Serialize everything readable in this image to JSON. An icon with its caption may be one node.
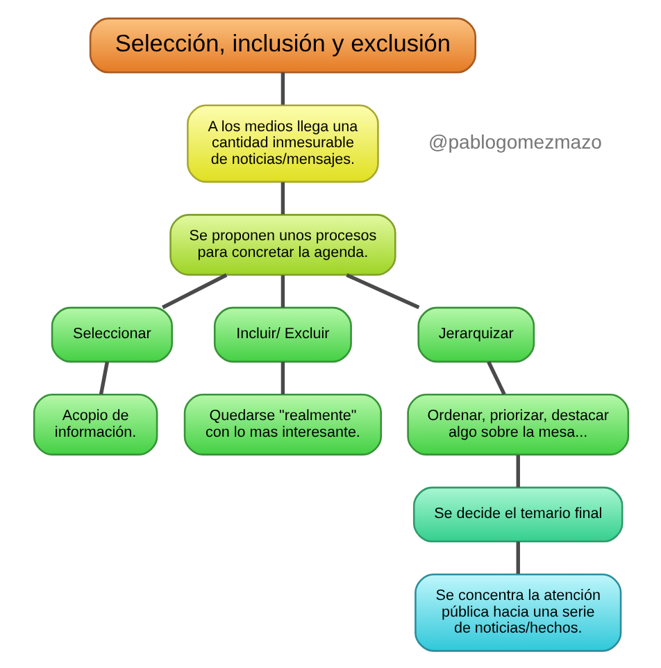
{
  "diagram": {
    "nodes": [
      {
        "text": [
          "Selección, inclusión y exclusión"
        ]
      },
      {
        "text": [
          "A los medios llega una cantidad inmesurable de noticias/mensajes."
        ]
      },
      {
        "text": [
          "Se proponen unos procesos para concretar la agenda."
        ]
      },
      {
        "text": [
          "Seleccionar"
        ]
      },
      {
        "text": [
          "Incluir/ Excluir"
        ]
      },
      {
        "text": [
          "Jerarquizar"
        ]
      },
      {
        "text": [
          "Acopio de información."
        ]
      },
      {
        "text": [
          "Quedarse \"realmente\" con lo mas interesante."
        ]
      },
      {
        "text": [
          "Ordenar, priorizar, destacar algo sobre la mesa..."
        ]
      },
      {
        "text": [
          "Se decide el temario final"
        ]
      },
      {
        "text": [
          "Se concentra la atención pública hacia una serie de noticias/hechos."
        ]
      }
    ],
    "edges": [
      {
        "from": 0,
        "to": 1,
        "arrow": "none"
      },
      {
        "from": 1,
        "to": 2,
        "arrow": "none"
      },
      {
        "from": 2,
        "to": 3,
        "arrow": "none"
      },
      {
        "from": 2,
        "to": 4,
        "arrow": "none"
      },
      {
        "from": 2,
        "to": 5,
        "arrow": "none"
      },
      {
        "from": 3,
        "to": 6,
        "arrow": "none"
      },
      {
        "from": 4,
        "to": 7,
        "arrow": "none"
      },
      {
        "from": 5,
        "to": 8,
        "arrow": "none"
      },
      {
        "from": 8,
        "to": 9,
        "arrow": "none"
      },
      {
        "from": 9,
        "to": 10,
        "arrow": "none"
      }
    ],
    "labels": [
      "@pablogomezmazo"
    ]
  }
}
